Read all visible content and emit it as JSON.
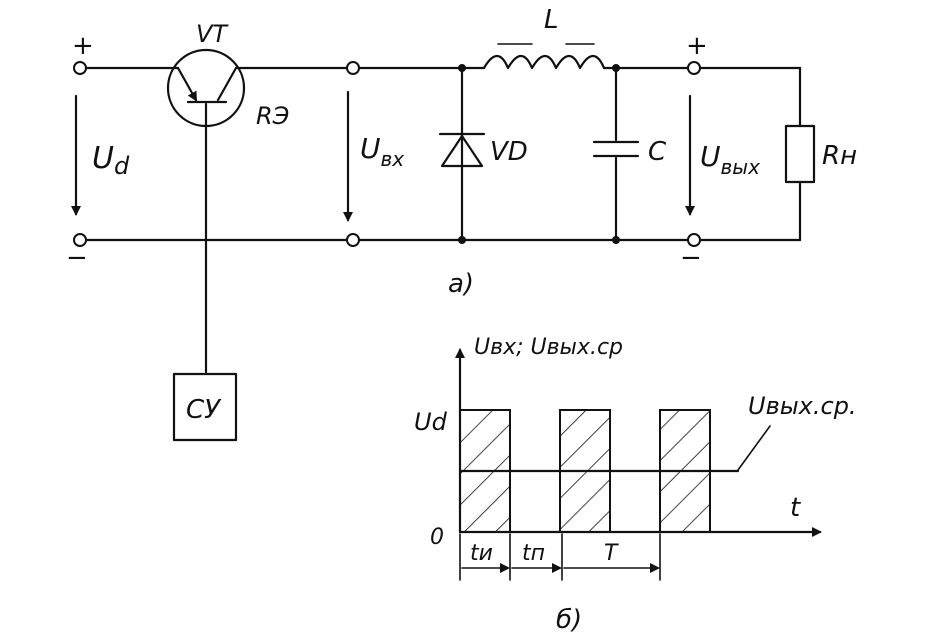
{
  "circuit": {
    "labels": {
      "transistor": "VT",
      "emitter_resistor": "RЭ",
      "inductor": "L",
      "diode": "VD",
      "capacitor": "C",
      "load": "Rн",
      "control_unit": "СУ",
      "plus_left": "+",
      "minus_left": "−",
      "plus_right": "+",
      "minus_right": "−",
      "ud_main": "U",
      "ud_sub": "d",
      "uin_main": "U",
      "uin_sub": "вх",
      "uout_main": "U",
      "uout_sub": "вых",
      "caption": "a)"
    }
  },
  "waveform": {
    "labels": {
      "y_axis": "Uвх; Uвых.ср",
      "x_axis": "t",
      "ud_level": "Ud",
      "zero": "0",
      "avg_line": "Uвых.ср.",
      "t_on": "tи",
      "t_off": "tп",
      "period": "T",
      "caption": "б)"
    }
  },
  "chart_data": {
    "type": "area",
    "title": "",
    "xlabel": "t",
    "ylabel": "Uвх; Uвых.ср",
    "series": [
      {
        "name": "Uвх",
        "pulses": [
          {
            "start": 0,
            "end": 1
          },
          {
            "start": 2,
            "end": 3
          },
          {
            "start": 4,
            "end": 5
          }
        ],
        "level": 1
      },
      {
        "name": "Uвых.ср.",
        "constant": 0.5
      }
    ],
    "x_units": "periods",
    "y_levels": {
      "0": "0",
      "1": "Ud"
    }
  }
}
